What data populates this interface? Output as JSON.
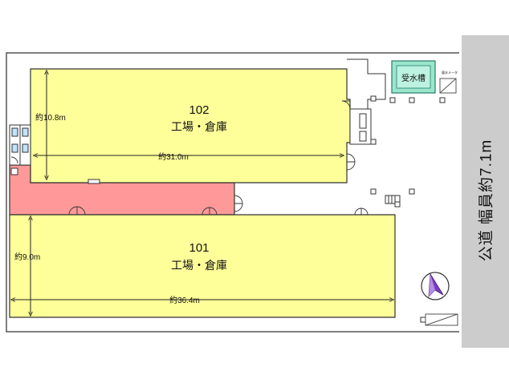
{
  "units": [
    {
      "number": "102",
      "use": "工場・倉庫",
      "depth": "約10.8m",
      "width": "約31.0m"
    },
    {
      "number": "101",
      "use": "工場・倉庫",
      "depth": "約9.0m",
      "width": "約36.4m"
    }
  ],
  "water_tank": {
    "label": "受水槽"
  },
  "meter_label": "量水メータ",
  "road": {
    "label": "公道 幅員約7.1m"
  },
  "colors": {
    "building": "#ffff99",
    "passage": "#ff9999",
    "water_tank": "#99e6cc",
    "road": "#cccccc",
    "compass": "#7a3cc0"
  }
}
